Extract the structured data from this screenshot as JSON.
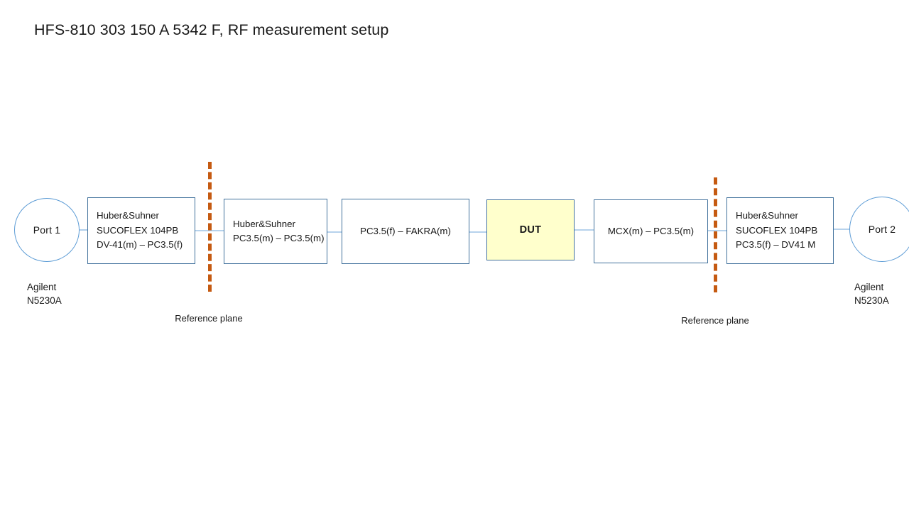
{
  "title": "HFS-810 303 150 A 5342 F, RF measurement setup",
  "colors": {
    "box_border": "#41719c",
    "circle_border": "#5b9bd5",
    "wire": "#9dc3e6",
    "reference_plane": "#c55a11",
    "dut_fill": "#ffffcc",
    "background": "#ffffff",
    "text": "#171717"
  },
  "ports": [
    {
      "id": "port-1",
      "label": "Port 1",
      "instrument": "Agilent\nN5230A"
    },
    {
      "id": "port-2",
      "label": "Port 2",
      "instrument": "Agilent\nN5230A"
    }
  ],
  "components": [
    {
      "id": "cable-in",
      "text": "Huber&Suhner\nSUCOFLEX 104PB\nDV-41(m) – PC3.5(f)",
      "align": "left",
      "is_dut": false
    },
    {
      "id": "adapter-pc35-pc35",
      "text": "Huber&Suhner\nPC3.5(m) – PC3.5(m)",
      "align": "left",
      "is_dut": false
    },
    {
      "id": "adapter-pc35-fakra",
      "text": "PC3.5(f) –  FAKRA(m)",
      "align": "center",
      "is_dut": false
    },
    {
      "id": "dut",
      "text": "DUT",
      "align": "center",
      "is_dut": true
    },
    {
      "id": "adapter-mcx-pc35",
      "text": "MCX(m) – PC3.5(m)",
      "align": "center",
      "is_dut": false
    },
    {
      "id": "cable-out",
      "text": "Huber&Suhner\nSUCOFLEX 104PB\nPC3.5(f) – DV41 M",
      "align": "left",
      "is_dut": false
    }
  ],
  "reference_planes": [
    {
      "id": "reference-plane-left",
      "label": "Reference plane"
    },
    {
      "id": "reference-plane-right",
      "label": "Reference plane"
    }
  ]
}
